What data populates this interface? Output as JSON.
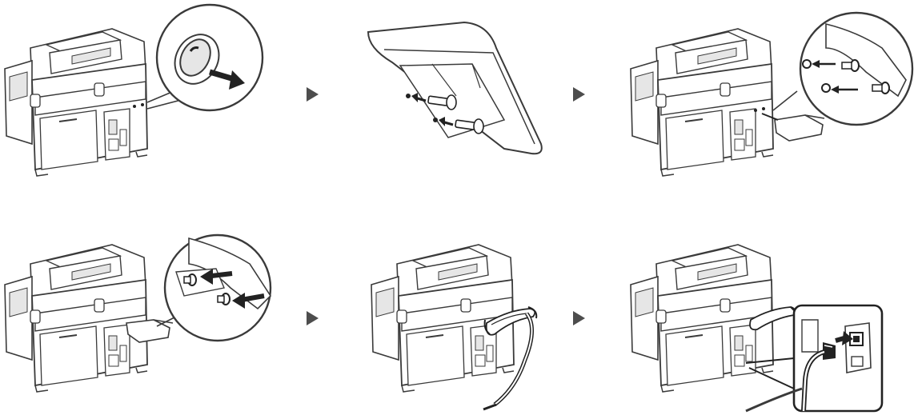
{
  "diagram": {
    "rows": 2,
    "steps_per_row": 3,
    "colors": {
      "line": "#3a3a3a",
      "body_fill": "#ffffff",
      "detail_fill": "#e6e6e6",
      "dark": "#222222",
      "arrow": "#4d4d4d"
    },
    "steps": [
      {
        "id": 1,
        "icons": [
          "printer-icon",
          "cap-removal-magnifier-icon"
        ]
      },
      {
        "id": 2,
        "icons": [
          "handset-holder-underside-icon",
          "screw-insert-icon"
        ]
      },
      {
        "id": 3,
        "icons": [
          "printer-icon",
          "screw-alignment-magnifier-icon",
          "handset-holder-icon"
        ]
      },
      {
        "id": 4,
        "icons": [
          "printer-icon",
          "holder-attach-magnifier-icon"
        ]
      },
      {
        "id": 5,
        "icons": [
          "printer-icon",
          "handset-icon",
          "cable-icon"
        ]
      },
      {
        "id": 6,
        "icons": [
          "printer-icon",
          "handset-icon",
          "phone-jack-inset-icon"
        ]
      }
    ]
  }
}
